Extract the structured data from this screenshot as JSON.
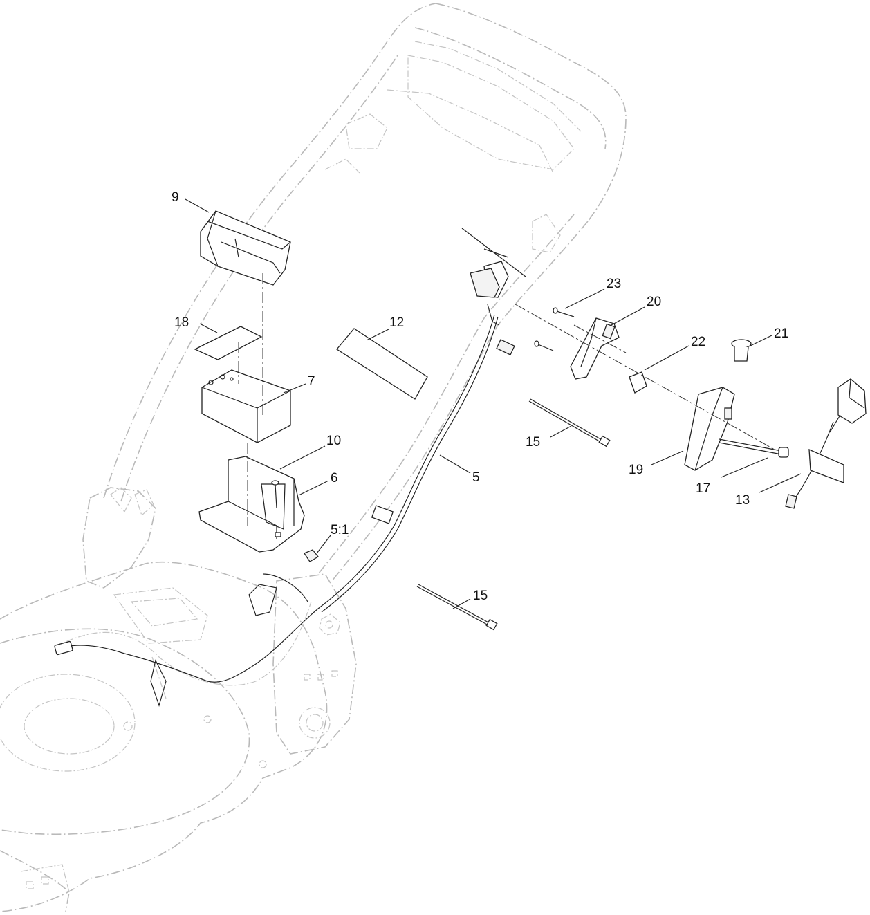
{
  "callouts": [
    {
      "id": "c9",
      "label": "9"
    },
    {
      "id": "c18",
      "label": "18"
    },
    {
      "id": "c12",
      "label": "12"
    },
    {
      "id": "c7",
      "label": "7"
    },
    {
      "id": "c10",
      "label": "10"
    },
    {
      "id": "c6",
      "label": "6"
    },
    {
      "id": "c5_1",
      "label": "5:1"
    },
    {
      "id": "c5",
      "label": "5"
    },
    {
      "id": "c15a",
      "label": "15"
    },
    {
      "id": "c15b",
      "label": "15"
    },
    {
      "id": "c23",
      "label": "23"
    },
    {
      "id": "c20",
      "label": "20"
    },
    {
      "id": "c22",
      "label": "22"
    },
    {
      "id": "c21",
      "label": "21"
    },
    {
      "id": "c19",
      "label": "19"
    },
    {
      "id": "c17",
      "label": "17"
    },
    {
      "id": "c13",
      "label": "13"
    }
  ]
}
